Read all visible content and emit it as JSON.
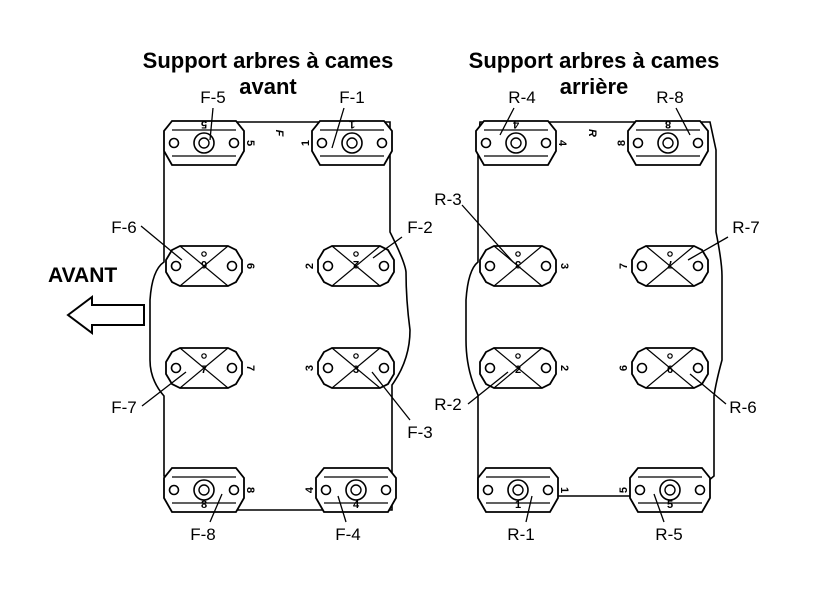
{
  "titles": {
    "front": [
      "Support arbres à cames",
      "avant"
    ],
    "rear": [
      "Support arbres à cames",
      "arrière"
    ]
  },
  "direction": {
    "label": "AVANT",
    "arrow_icon": "arrow-left-outline-icon"
  },
  "bank_letters": {
    "front": "F",
    "rear": "R"
  },
  "callouts": {
    "front": [
      "F-1",
      "F-2",
      "F-3",
      "F-4",
      "F-5",
      "F-6",
      "F-7",
      "F-8"
    ],
    "rear": [
      "R-1",
      "R-2",
      "R-3",
      "R-4",
      "R-5",
      "R-6",
      "R-7",
      "R-8"
    ]
  },
  "cap_numbers": [
    "1",
    "2",
    "3",
    "4",
    "5",
    "6",
    "7",
    "8"
  ],
  "colors": {
    "ink": "#000000",
    "background": "#ffffff"
  }
}
